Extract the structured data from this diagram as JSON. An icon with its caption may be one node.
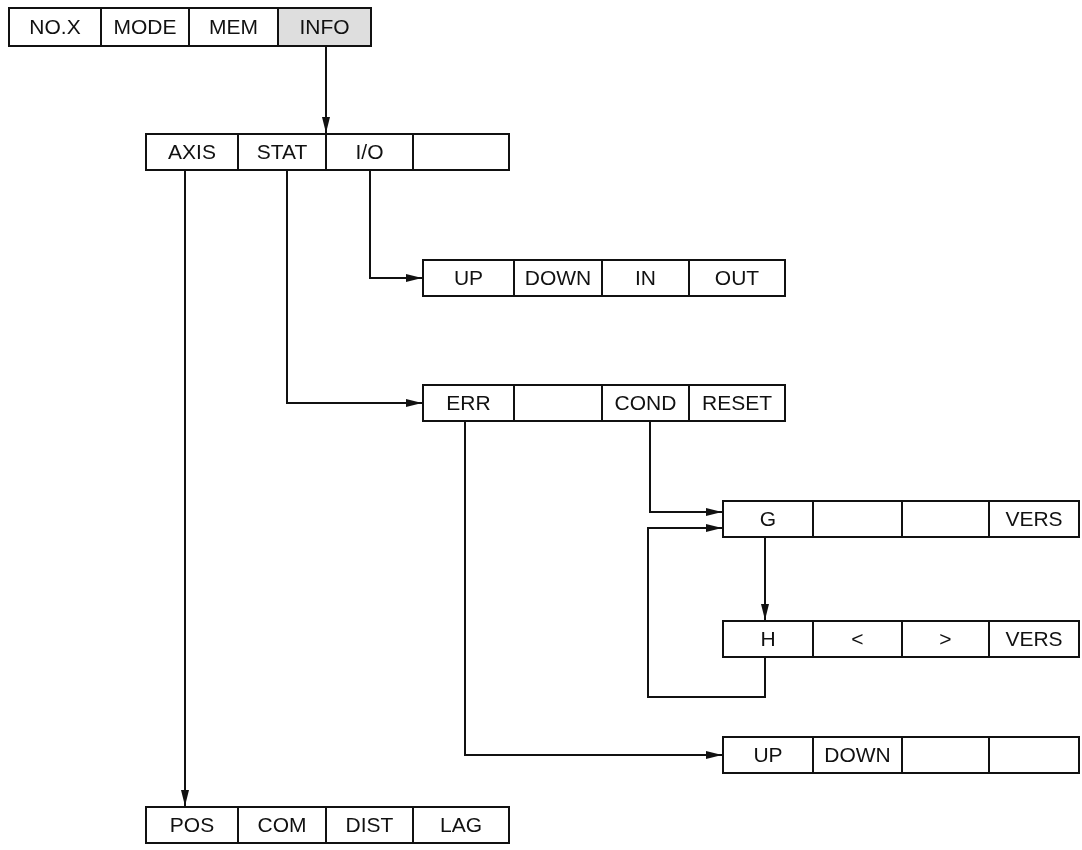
{
  "diagram": {
    "nodes": [
      {
        "text": [],
        "shape": "box"
      },
      {
        "text": [
          "NO.X"
        ],
        "in": 0
      },
      {
        "text": [
          "MODE"
        ],
        "in": 0
      },
      {
        "text": [
          "MEM"
        ],
        "in": 0
      },
      {
        "text": [
          "INFO"
        ],
        "in": 0
      },
      {
        "text": [],
        "shape": "box"
      },
      {
        "text": [
          "AXIS"
        ],
        "in": 5
      },
      {
        "text": [
          "STAT"
        ],
        "in": 5
      },
      {
        "text": [
          "I/O"
        ],
        "in": 5
      },
      {
        "text": [],
        "shape": "box",
        "in": 5
      },
      {
        "text": [],
        "shape": "box"
      },
      {
        "text": [
          "UP"
        ],
        "in": 10
      },
      {
        "text": [
          "DOWN"
        ],
        "in": 10
      },
      {
        "text": [
          "IN"
        ],
        "in": 10
      },
      {
        "text": [
          "OUT"
        ],
        "in": 10
      },
      {
        "text": [],
        "shape": "box"
      },
      {
        "text": [
          "ERR"
        ],
        "in": 15
      },
      {
        "text": [],
        "shape": "box",
        "in": 15
      },
      {
        "text": [
          "COND"
        ],
        "in": 15
      },
      {
        "text": [
          "RESET"
        ],
        "in": 15
      },
      {
        "text": [],
        "shape": "box"
      },
      {
        "text": [
          "G"
        ],
        "in": 20
      },
      {
        "text": [],
        "shape": "box",
        "in": 20
      },
      {
        "text": [],
        "shape": "box",
        "in": 20
      },
      {
        "text": [
          "VERS"
        ],
        "in": 20
      },
      {
        "text": [],
        "shape": "box"
      },
      {
        "text": [
          "H"
        ],
        "in": 25
      },
      {
        "text": [
          "<"
        ],
        "in": 25
      },
      {
        "text": [
          ">"
        ],
        "in": 25
      },
      {
        "text": [
          "VERS"
        ],
        "in": 25
      },
      {
        "text": [],
        "shape": "box"
      },
      {
        "text": [
          "UP"
        ],
        "in": 30
      },
      {
        "text": [
          "DOWN"
        ],
        "in": 30
      },
      {
        "text": [],
        "shape": "box",
        "in": 30
      },
      {
        "text": [],
        "shape": "box",
        "in": 30
      },
      {
        "text": [],
        "shape": "box"
      },
      {
        "text": [
          "POS"
        ],
        "in": 35
      },
      {
        "text": [
          "COM"
        ],
        "in": 35
      },
      {
        "text": [
          "DIST"
        ],
        "in": 35
      },
      {
        "text": [
          "LAG"
        ],
        "in": 35
      }
    ],
    "edges": [
      {
        "from": 4,
        "to": 5,
        "arrow": "to"
      },
      {
        "from": 8,
        "to": 10,
        "arrow": "to"
      },
      {
        "from": 7,
        "to": 15,
        "arrow": "to"
      },
      {
        "from": 6,
        "to": 35,
        "arrow": "to"
      },
      {
        "from": 18,
        "to": 20,
        "arrow": "to"
      },
      {
        "from": 26,
        "to": 20,
        "arrow": "to"
      },
      {
        "from": 21,
        "to": 25,
        "arrow": "to"
      },
      {
        "from": 16,
        "to": 30,
        "arrow": "to"
      }
    ]
  }
}
